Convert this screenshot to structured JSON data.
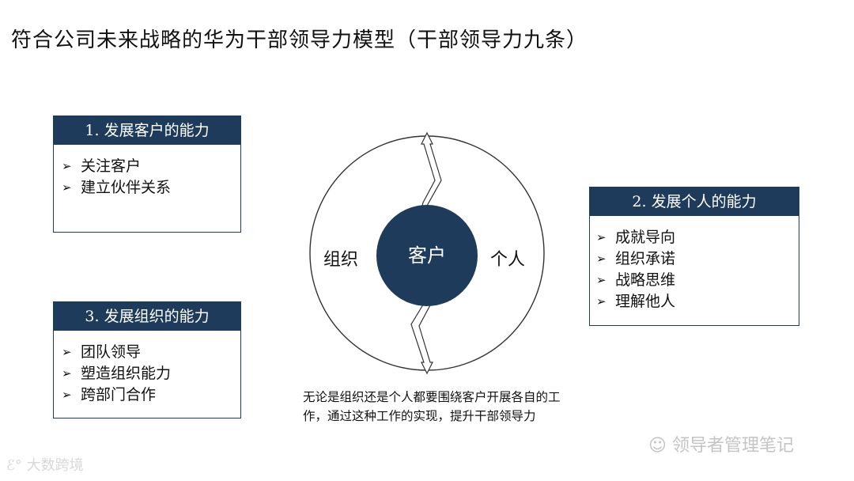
{
  "title": "符合公司未来战略的华为干部领导力模型（干部领导力九条）",
  "diagram": {
    "center_label": "客户",
    "left_label": "组织",
    "right_label": "个人",
    "caption": "无论是组织还是个人都要围绕客户开展各自的工作，通过这种工作的实现，提升干部领导力",
    "colors": {
      "navy": "#1f3b5c",
      "ring": "#333333"
    }
  },
  "boxes": [
    {
      "heading": "1. 发展客户的能力",
      "items": [
        "关注客户",
        "建立伙伴关系"
      ]
    },
    {
      "heading": "2. 发展个人的能力",
      "items": [
        "成就导向",
        "组织承诺",
        "战略思维",
        "理解他人"
      ]
    },
    {
      "heading": "3. 发展组织的能力",
      "items": [
        "团队领导",
        "塑造组织能力",
        "跨部门合作"
      ]
    }
  ],
  "bullet_icon": "arrow-right-icon",
  "watermarks": {
    "left": "大数跨境",
    "right": "领导者管理笔记"
  }
}
